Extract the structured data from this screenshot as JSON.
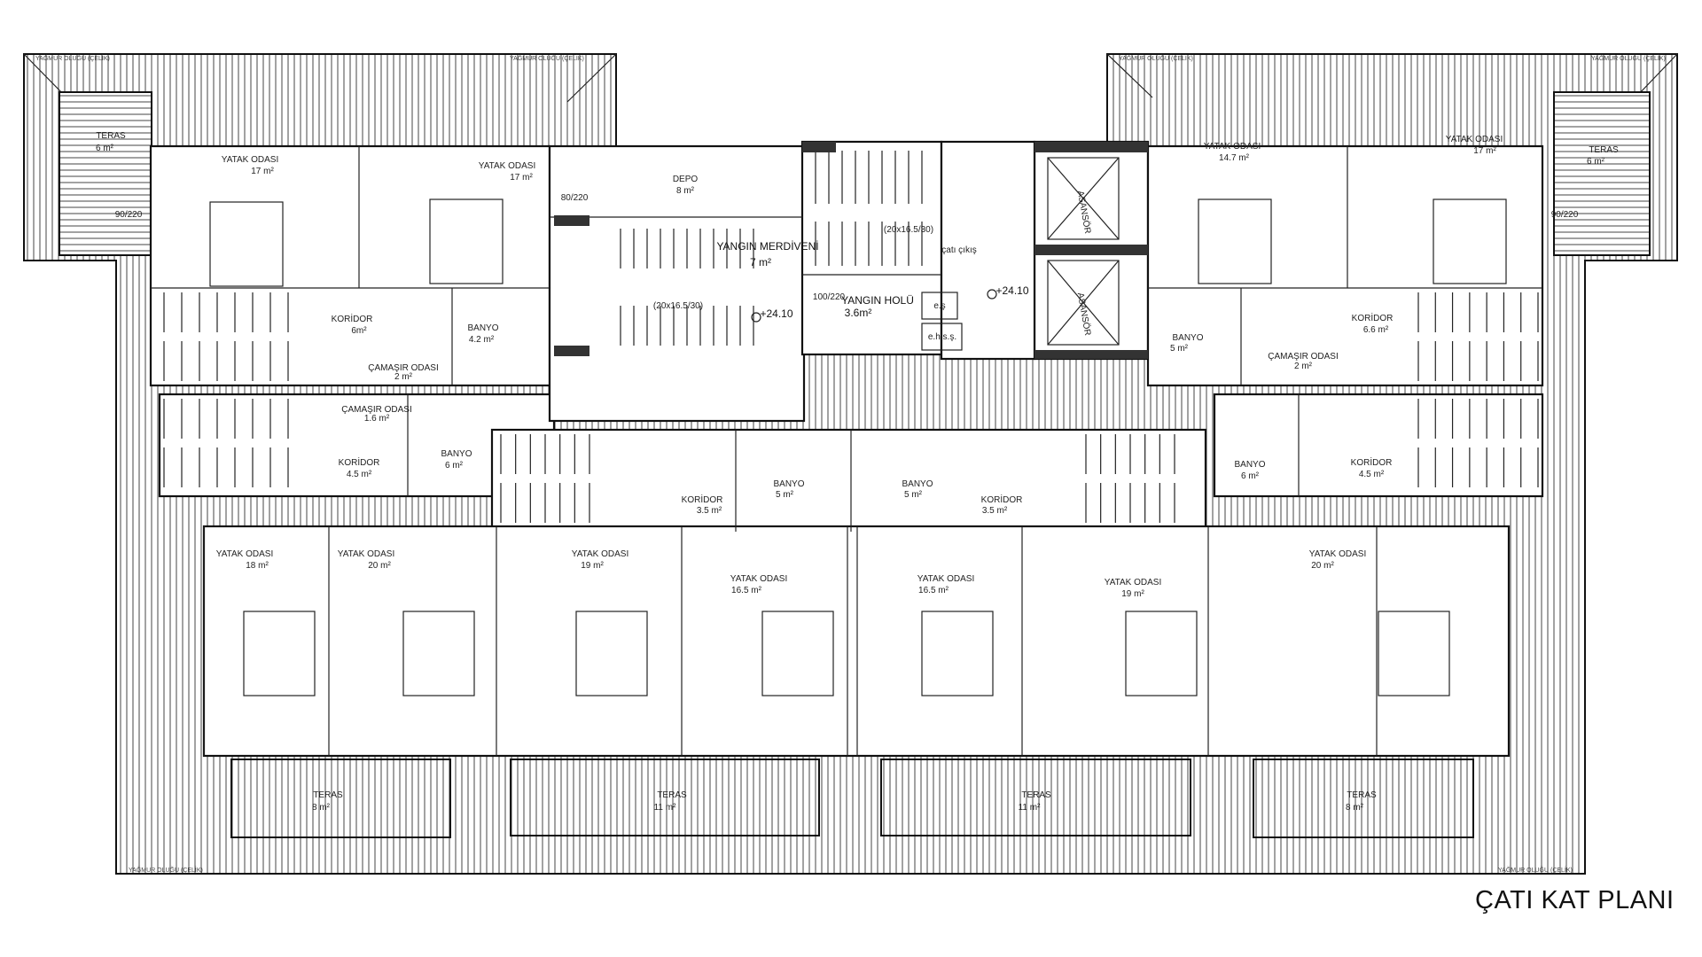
{
  "title": "ÇATI KAT PLANI",
  "gutter_label": "YAĞMUR OLUĞU (ÇELİK)",
  "elevation": "+24.10",
  "rooms_top": [
    {
      "name": "TERAS",
      "area": "6 m²"
    },
    {
      "name": "YATAK ODASI",
      "area": "17 m²"
    },
    {
      "name": "YATAK ODASI",
      "area": "17 m²"
    },
    {
      "name": "DEPO",
      "area": "8 m²"
    },
    {
      "name": "YANGIN MERDİVENİ",
      "area": "7 m²"
    },
    {
      "name": "YANGIN HOLÜ",
      "area": "3.6m²"
    },
    {
      "name": "YATAK ODASI",
      "area": "14.7 m²"
    },
    {
      "name": "YATAK ODASI",
      "area": "17 m²"
    },
    {
      "name": "TERAS",
      "area": "6 m²"
    }
  ],
  "rooms_mid": [
    {
      "name": "KORİDOR",
      "area": "6m²"
    },
    {
      "name": "BANYO",
      "area": "4.2 m²"
    },
    {
      "name": "ÇAMAŞIR ODASI",
      "area": "2 m²"
    },
    {
      "name": "KORİDOR",
      "area": "4.5 m²"
    },
    {
      "name": "ÇAMAŞIR ODASI",
      "area": "1.6 m²"
    },
    {
      "name": "BANYO",
      "area": "6 m²"
    },
    {
      "name": "KORİDOR",
      "area": "6.6 m²"
    },
    {
      "name": "BANYO",
      "area": "5 m²"
    },
    {
      "name": "ÇAMAŞIR ODASI",
      "area": "2 m²"
    },
    {
      "name": "KORİDOR",
      "area": "4.5 m²"
    },
    {
      "name": "BANYO",
      "area": "6 m²"
    },
    {
      "name": "KORİDOR",
      "area": "3.5 m²"
    },
    {
      "name": "BANYO",
      "area": "5 m²"
    },
    {
      "name": "BANYO",
      "area": "5 m²"
    },
    {
      "name": "KORİDOR",
      "area": "3.5 m²"
    }
  ],
  "rooms_bottom": [
    {
      "name": "YATAK ODASI",
      "area": "18 m²"
    },
    {
      "name": "YATAK ODASI",
      "area": "20 m²"
    },
    {
      "name": "YATAK ODASI",
      "area": "19 m²"
    },
    {
      "name": "YATAK ODASI",
      "area": "16.5 m²"
    },
    {
      "name": "YATAK ODASI",
      "area": "16.5 m²"
    },
    {
      "name": "YATAK ODASI",
      "area": "19 m²"
    },
    {
      "name": "YATAK ODASI",
      "area": "20 m²"
    }
  ],
  "terraces_bottom": [
    {
      "name": "TERAS",
      "area": "8 m²"
    },
    {
      "name": "TERAS",
      "area": "11 m²"
    },
    {
      "name": "TERAS",
      "area": "11 m²"
    },
    {
      "name": "TERAS",
      "area": "8 m²"
    }
  ],
  "core": {
    "elevator": "ASANSÖR",
    "es": "e.ş",
    "ehss": "e.h.s.ş.",
    "roof_exit": "çatı çıkış",
    "stair_spec": "(20x16.5/30)"
  },
  "door_sizes": {
    "d90": "90/220",
    "d80": "80/220",
    "d100": "100/220"
  }
}
